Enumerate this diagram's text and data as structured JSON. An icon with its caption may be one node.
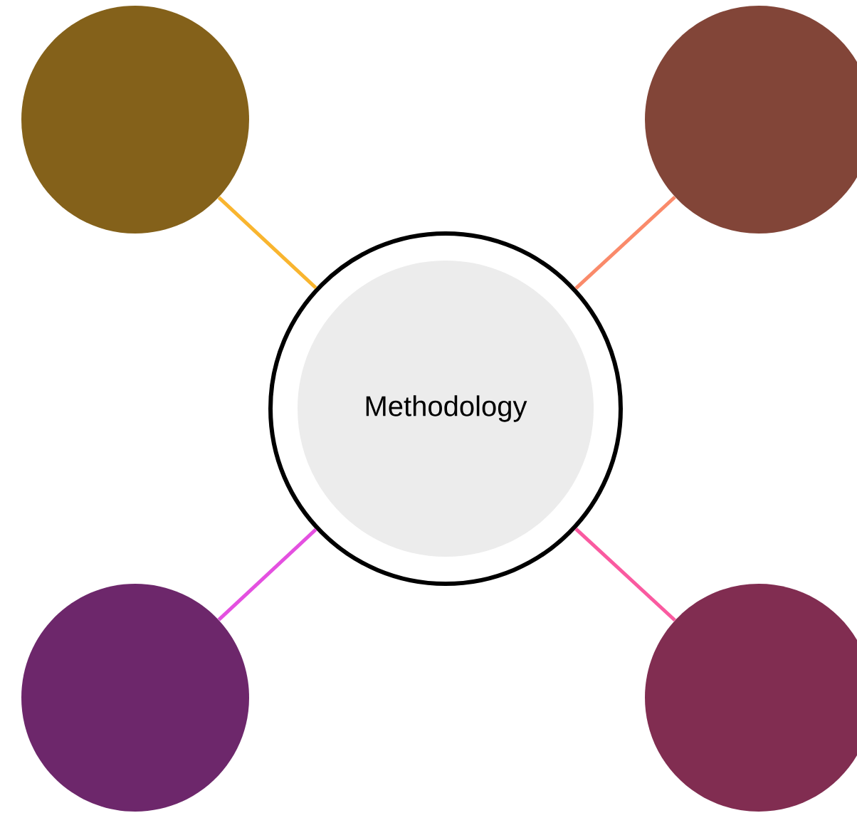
{
  "diagram": {
    "nodes": [
      {
        "text": [],
        "shape": "circle"
      },
      {
        "text": [],
        "shape": "circle"
      },
      {
        "text": [
          "Methodology"
        ]
      },
      {
        "text": [],
        "shape": "circle"
      },
      {
        "text": [],
        "shape": "circle"
      }
    ],
    "edges": [
      {
        "from": 2,
        "to": 0,
        "arrow": "none",
        "color": "#f9b52f"
      },
      {
        "from": 2,
        "to": 1,
        "arrow": "none",
        "color": "#fa8a6a"
      },
      {
        "from": 2,
        "to": 3,
        "arrow": "none",
        "color": "#e450e0"
      },
      {
        "from": 2,
        "to": 4,
        "arrow": "none",
        "color": "#fa5aa0"
      }
    ]
  }
}
